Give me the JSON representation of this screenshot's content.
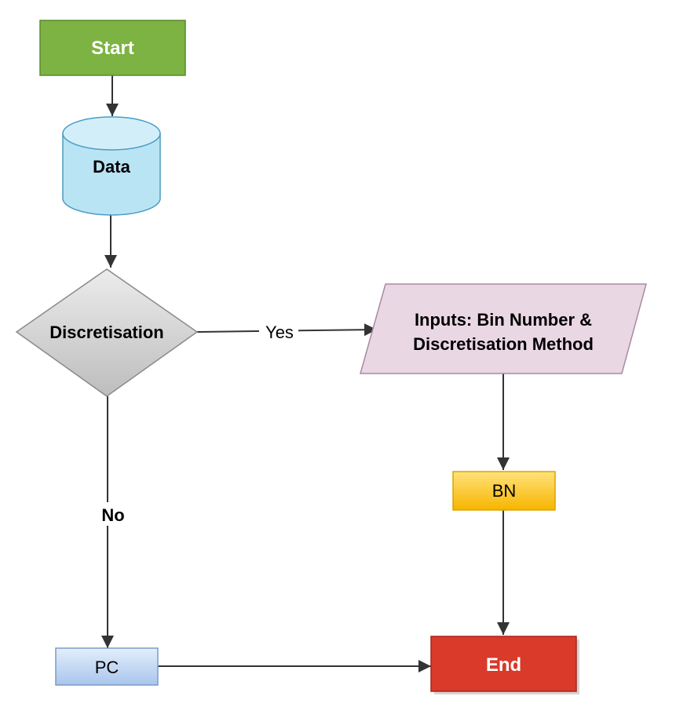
{
  "nodes": {
    "start": {
      "label": "Start",
      "fill": "#7cb342",
      "stroke": "#5b8a2b",
      "text_color": "#ffffff"
    },
    "data": {
      "label": "Data",
      "fill": "#b9e4f4",
      "stroke": "#4a9cc4",
      "text_color": "#000000"
    },
    "decision": {
      "label": "Discretisation",
      "fill": "#d4d4d4",
      "stroke": "#8a8a8a",
      "text_color": "#000000"
    },
    "inputs": {
      "label_line1": "Inputs: Bin Number &",
      "label_line2": "Discretisation Method",
      "fill": "#ead7e4",
      "stroke": "#a98aa0",
      "text_color": "#000000"
    },
    "bn": {
      "label": "BN",
      "fill": "#fdcb3c",
      "stroke": "#d9a500",
      "text_color": "#000000"
    },
    "pc": {
      "label": "PC",
      "fill": "#c9dcf5",
      "stroke": "#7a9cc8",
      "text_color": "#000000"
    },
    "end": {
      "label": "End",
      "fill": "#d93a2a",
      "stroke": "#a8261a",
      "text_color": "#ffffff"
    }
  },
  "edges": {
    "yes_label": "Yes",
    "no_label": "No"
  },
  "colors": {
    "line": "#333333"
  }
}
